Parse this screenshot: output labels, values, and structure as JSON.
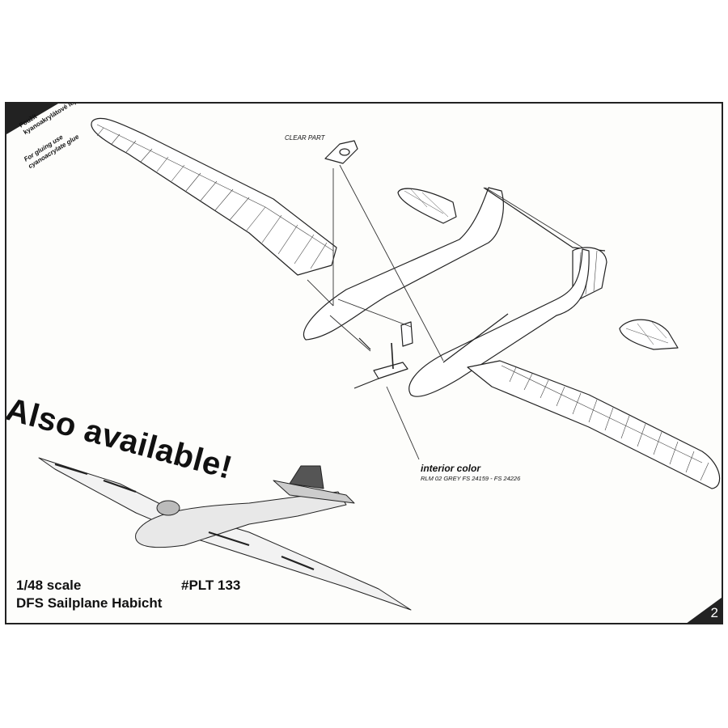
{
  "glue_note": {
    "czech_line1": "Použít",
    "czech_line2": "kyanoakrylátové lepidlo",
    "english_line1": "For gluing use",
    "english_line2": "cyanoacrylate glue"
  },
  "callouts": {
    "clear_part": "CLEAR PART",
    "interior_title": "interior color",
    "interior_code": "RLM 02 GREY FS 24159 - FS 24226"
  },
  "promo": {
    "headline": "Also available!",
    "scale": "1/48 scale",
    "kit_number": "#PLT 133",
    "model_name": "DFS Sailplane Habicht"
  },
  "page_number": "2"
}
